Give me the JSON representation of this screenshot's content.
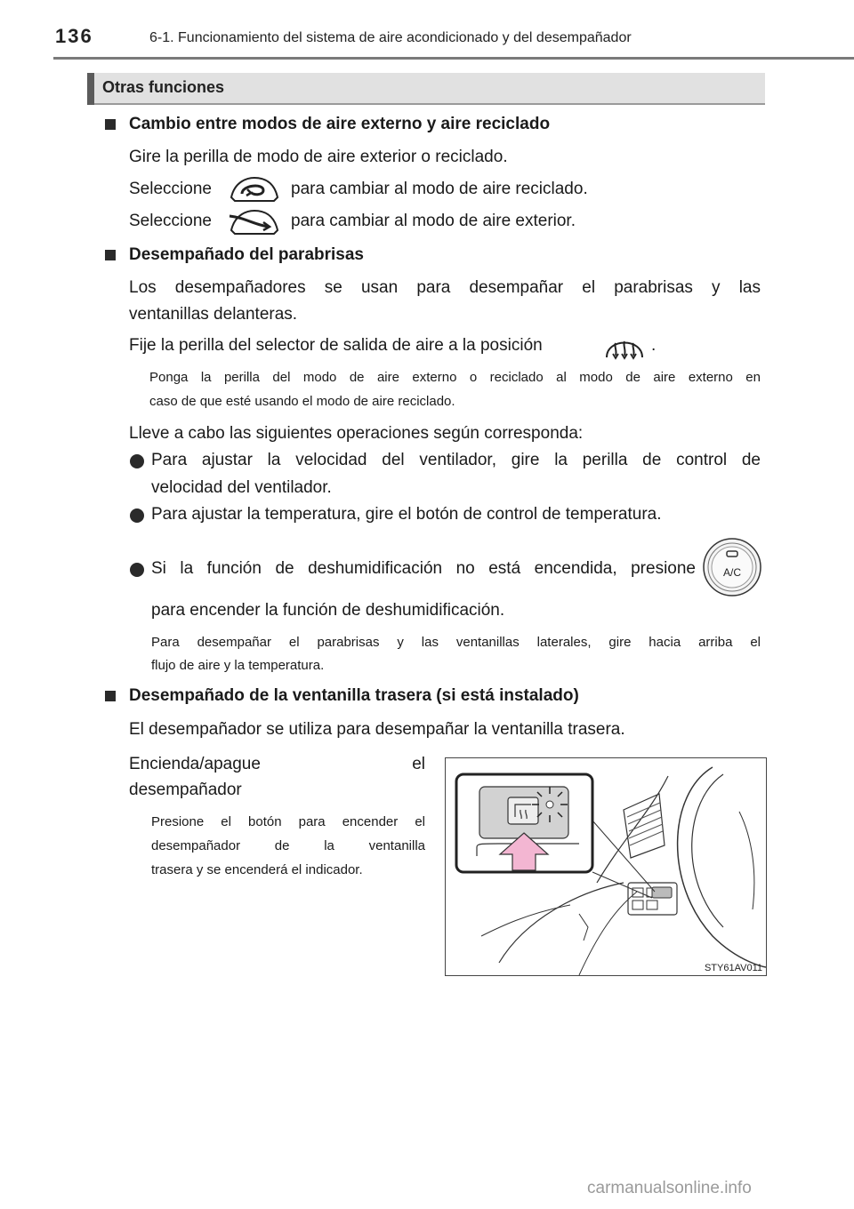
{
  "header": {
    "page_number": "136",
    "chapter": "6-1. Funcionamiento del sistema de aire acondicionado y del desempañador"
  },
  "section": {
    "title": "Otras funciones"
  },
  "s1": {
    "heading": "Cambio entre modos de aire externo y aire reciclado",
    "p1": "Gire la perilla de modo de aire exterior o reciclado.",
    "p2_a": "Seleccione",
    "p2_b": "para cambiar al modo de aire reciclado.",
    "p3_a": "Seleccione",
    "p3_b": "para cambiar al modo de aire exterior."
  },
  "s2": {
    "heading": "Desempañado del parabrisas",
    "p1_l1": "Los desempañadores se usan para desempañar el parabrisas y las",
    "p1_l2": "ventanillas delanteras.",
    "p2_a": "Fije la perilla del selector de salida de aire a la posición",
    "p2_b": ".",
    "note1_l1": "Ponga la perilla del modo de aire externo o reciclado al modo de aire externo en",
    "note1_l2": "caso de que esté usando el modo de aire reciclado.",
    "p3": "Lleve a cabo las siguientes operaciones según corresponda:",
    "b1_l1": "Para ajustar la velocidad del ventilador, gire la perilla de control de",
    "b1_l2": "velocidad del ventilador.",
    "b2": "Para ajustar la temperatura, gire el botón de control de temperatura.",
    "b3_l1": "Si la función de deshumidificación no está encendida, presione",
    "b3_l2": "para encender la función de deshumidificación.",
    "ac_label": "A/C",
    "note2_l1": "Para desempañar el parabrisas y las ventanillas laterales, gire hacia arriba el",
    "note2_l2": "flujo de aire y la temperatura."
  },
  "s3": {
    "heading": "Desempañado de la ventanilla trasera (si está instalado)",
    "p1": "El desempañador se utiliza para desempañar la ventanilla trasera.",
    "p2_l1": "Encienda/apague el",
    "p2_l2": "desempañador",
    "note_l1": "Presione el botón para encender el",
    "note_l2": "desempañador de la ventanilla",
    "note_l3": "trasera y se encenderá el indicador.",
    "figure_code": "STY61AV011"
  },
  "watermark": "carmanualsonline.info",
  "colors": {
    "arrow_pink": "#f3b6d2",
    "section_bar": "#e1e1e1",
    "rule": "#7a7a7a"
  },
  "icons": [
    "recirculated-air-icon",
    "outside-air-icon",
    "windshield-defrost-icon",
    "ac-button-icon",
    "square-bullet-icon",
    "round-bullet-icon"
  ]
}
